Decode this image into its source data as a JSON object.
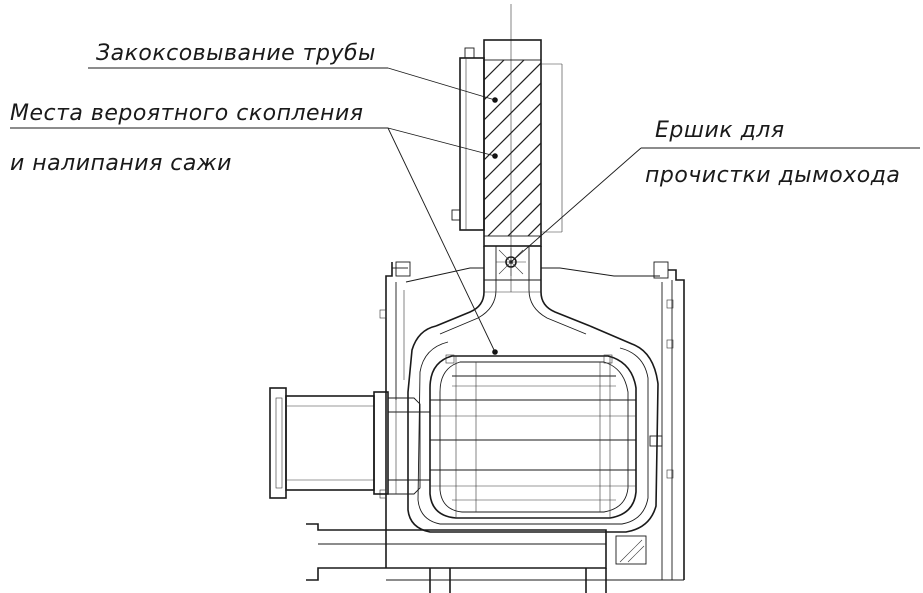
{
  "labels": {
    "coking": "Закоксовывание трубы",
    "soot_line1": "Места вероятного скопления",
    "soot_line2": "и налипания сажи",
    "brush_line1": "Ершик для",
    "brush_line2": "прочистки дымохода"
  }
}
